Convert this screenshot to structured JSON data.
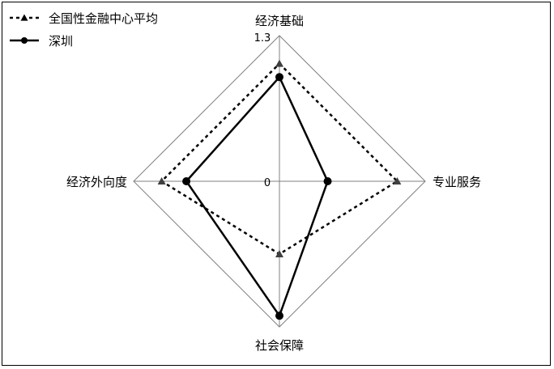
{
  "chart_data": {
    "type": "radar",
    "axes": [
      "经济基础",
      "专业服务",
      "社会保障",
      "经济外向度"
    ],
    "range": [
      0,
      1.3
    ],
    "tick_labels": {
      "min": "0",
      "max": "1.3"
    },
    "series": [
      {
        "name": "全国性金融中心平均",
        "values": [
          1.05,
          1.05,
          0.65,
          1.05
        ],
        "style": "dotted",
        "marker": "triangle"
      },
      {
        "name": "深圳",
        "values": [
          0.93,
          0.43,
          1.2,
          0.83
        ],
        "style": "solid",
        "marker": "circle"
      }
    ],
    "colors": {
      "series_line": "#000000",
      "triangle_marker": "#404040",
      "grid": "#808080"
    },
    "legend_position": "top-left"
  }
}
